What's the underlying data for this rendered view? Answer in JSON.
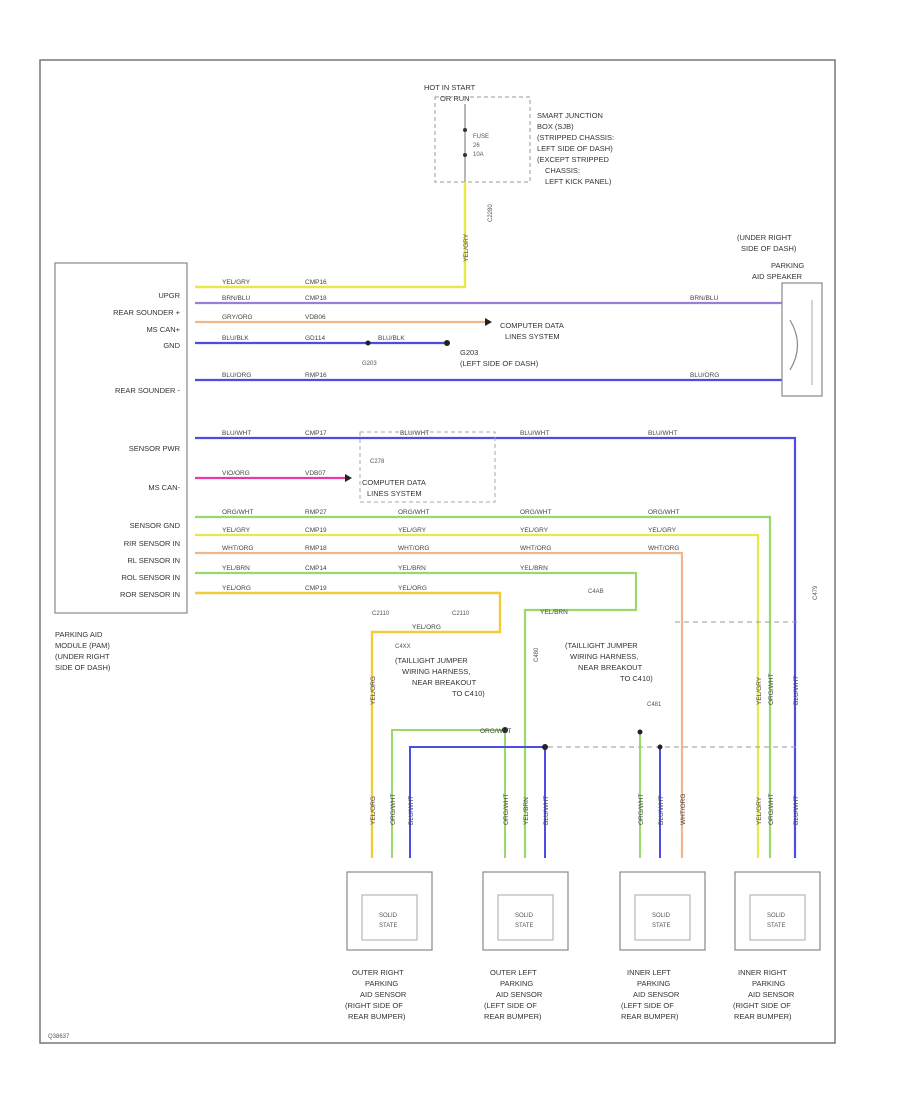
{
  "power_source": {
    "label_1": "HOT IN START",
    "label_2": "OR RUN",
    "fuse_label": "FUSE",
    "fuse_num": "26",
    "fuse_amp": "10A"
  },
  "junction_box": [
    "SMART JUNCTION",
    "BOX (SJB)",
    "(STRIPPED CHASSIS:",
    "LEFT SIDE OF DASH)",
    "(EXCEPT STRIPPED",
    "CHASSIS:",
    "LEFT KICK PANEL)"
  ],
  "connectors": {
    "c2280": "C2280",
    "c278": "C278",
    "g203": "G203",
    "c2110": "C2110",
    "c4ab": "C4AB",
    "c4xx": "C4XX",
    "c479": "C479",
    "c480": "C480",
    "c481": "C481"
  },
  "module": {
    "pins": [
      "UPGR",
      "REAR SOUNDER +",
      "MS CAN+",
      "GND",
      "",
      "REAR SOUNDER -",
      "",
      "SENSOR PWR",
      "",
      "MS CAN-",
      "",
      "SENSOR GND",
      "RIR SENSOR IN",
      "RL SENSOR IN",
      "ROL SENSOR IN",
      "ROR SENSOR IN"
    ],
    "label": [
      "PARKING AID",
      "MODULE (PAM)",
      "(UNDER RIGHT",
      "SIDE OF DASH)"
    ]
  },
  "wires": {
    "yel_gry": "YEL/GRY",
    "brn_blu": "BRN/BLU",
    "gry_org": "GRY/ORG",
    "blu_blk": "BLU/BLK",
    "blu_org": "BLU/ORG",
    "blu_wht": "BLU/WHT",
    "vio_org": "VIO/ORG",
    "org_wht": "ORG/WHT",
    "yel_org": "YEL/ORG",
    "wht_org": "WHT/ORG",
    "yel_brn": "YEL/BRN"
  },
  "circuits": {
    "c1": "CMP16",
    "c2": "CMP18",
    "c3": "VDB06",
    "c4": "GD114",
    "c5": "RMP16",
    "c6": "CMP17",
    "c7": "VDB07",
    "c8": "RMP27",
    "c9": "CMP19",
    "c10": "RMP18",
    "c11": "CMP14"
  },
  "computer_data": [
    "COMPUTER DATA",
    "LINES SYSTEM"
  ],
  "ground": [
    "G203",
    "(LEFT SIDE OF DASH)"
  ],
  "speaker": {
    "location": [
      "(UNDER RIGHT",
      "SIDE OF DASH)"
    ],
    "name": [
      "PARKING",
      "AID SPEAKER"
    ]
  },
  "harness_left": [
    "(TAILLIGHT JUMPER",
    "WIRING HARNESS,",
    "NEAR BREAKOUT",
    "TO C410)"
  ],
  "harness_right": [
    "(TAILLIGHT JUMPER",
    "WIRING HARNESS,",
    "NEAR BREAKOUT",
    "TO C410)"
  ],
  "sensors": [
    {
      "inner_1": "SOLID",
      "inner_2": "STATE",
      "label": [
        "OUTER RIGHT",
        "PARKING",
        "AID SENSOR",
        "(RIGHT SIDE OF",
        "REAR BUMPER)"
      ]
    },
    {
      "inner_1": "SOLID",
      "inner_2": "STATE",
      "label": [
        "OUTER LEFT",
        "PARKING",
        "AID SENSOR",
        "(LEFT SIDE OF",
        "REAR BUMPER)"
      ]
    },
    {
      "inner_1": "SOLID",
      "inner_2": "STATE",
      "label": [
        "INNER LEFT",
        "PARKING",
        "AID SENSOR",
        "(LEFT SIDE OF",
        "REAR BUMPER)"
      ]
    },
    {
      "inner_1": "SOLID",
      "inner_2": "STATE",
      "label": [
        "INNER RIGHT",
        "PARKING",
        "AID SENSOR",
        "(RIGHT SIDE OF",
        "REAR BUMPER)"
      ]
    }
  ],
  "figure_id": "Q38637",
  "colors": {
    "yellow": "#e8e84a",
    "violet": "#9a7fd8",
    "orange": "#f2b48a",
    "blue": "#4d4de6",
    "pink": "#e83aa0",
    "green": "#9ad86e",
    "gold": "#f0cc3a",
    "gray": "#8a8a8a"
  }
}
